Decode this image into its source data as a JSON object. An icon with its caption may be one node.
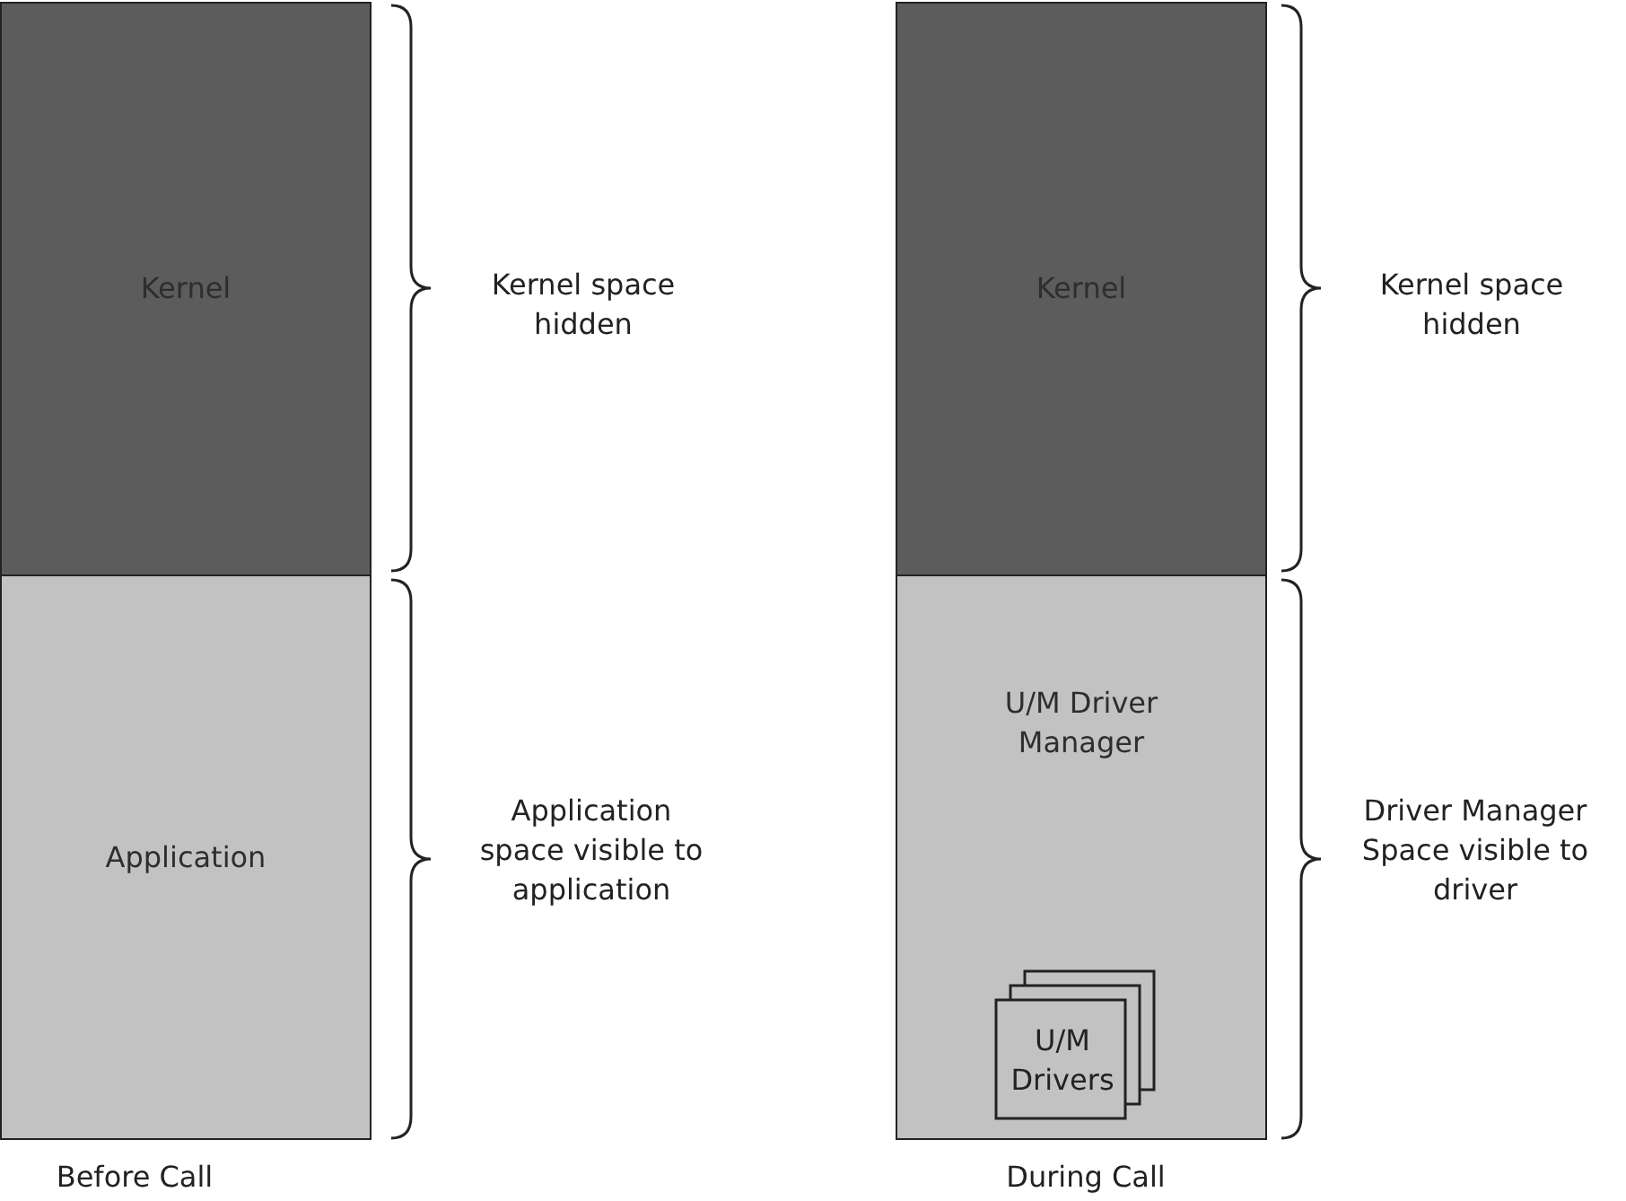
{
  "diagram": {
    "nodes": [
      {
        "text": [
          "Kernel"
        ]
      },
      {
        "text": [
          "Application"
        ]
      },
      {
        "text": [
          "Kernel"
        ]
      },
      {
        "text": [
          "U/M Driver Manager"
        ]
      },
      {
        "text": [
          "U/M Drivers"
        ],
        "in": 3
      }
    ],
    "labels": [
      "Kernel space hidden",
      "Kernel space hidden",
      "Application space visible to application",
      "Driver Manager Space visible to driver",
      "Before Call",
      "During Call"
    ]
  }
}
